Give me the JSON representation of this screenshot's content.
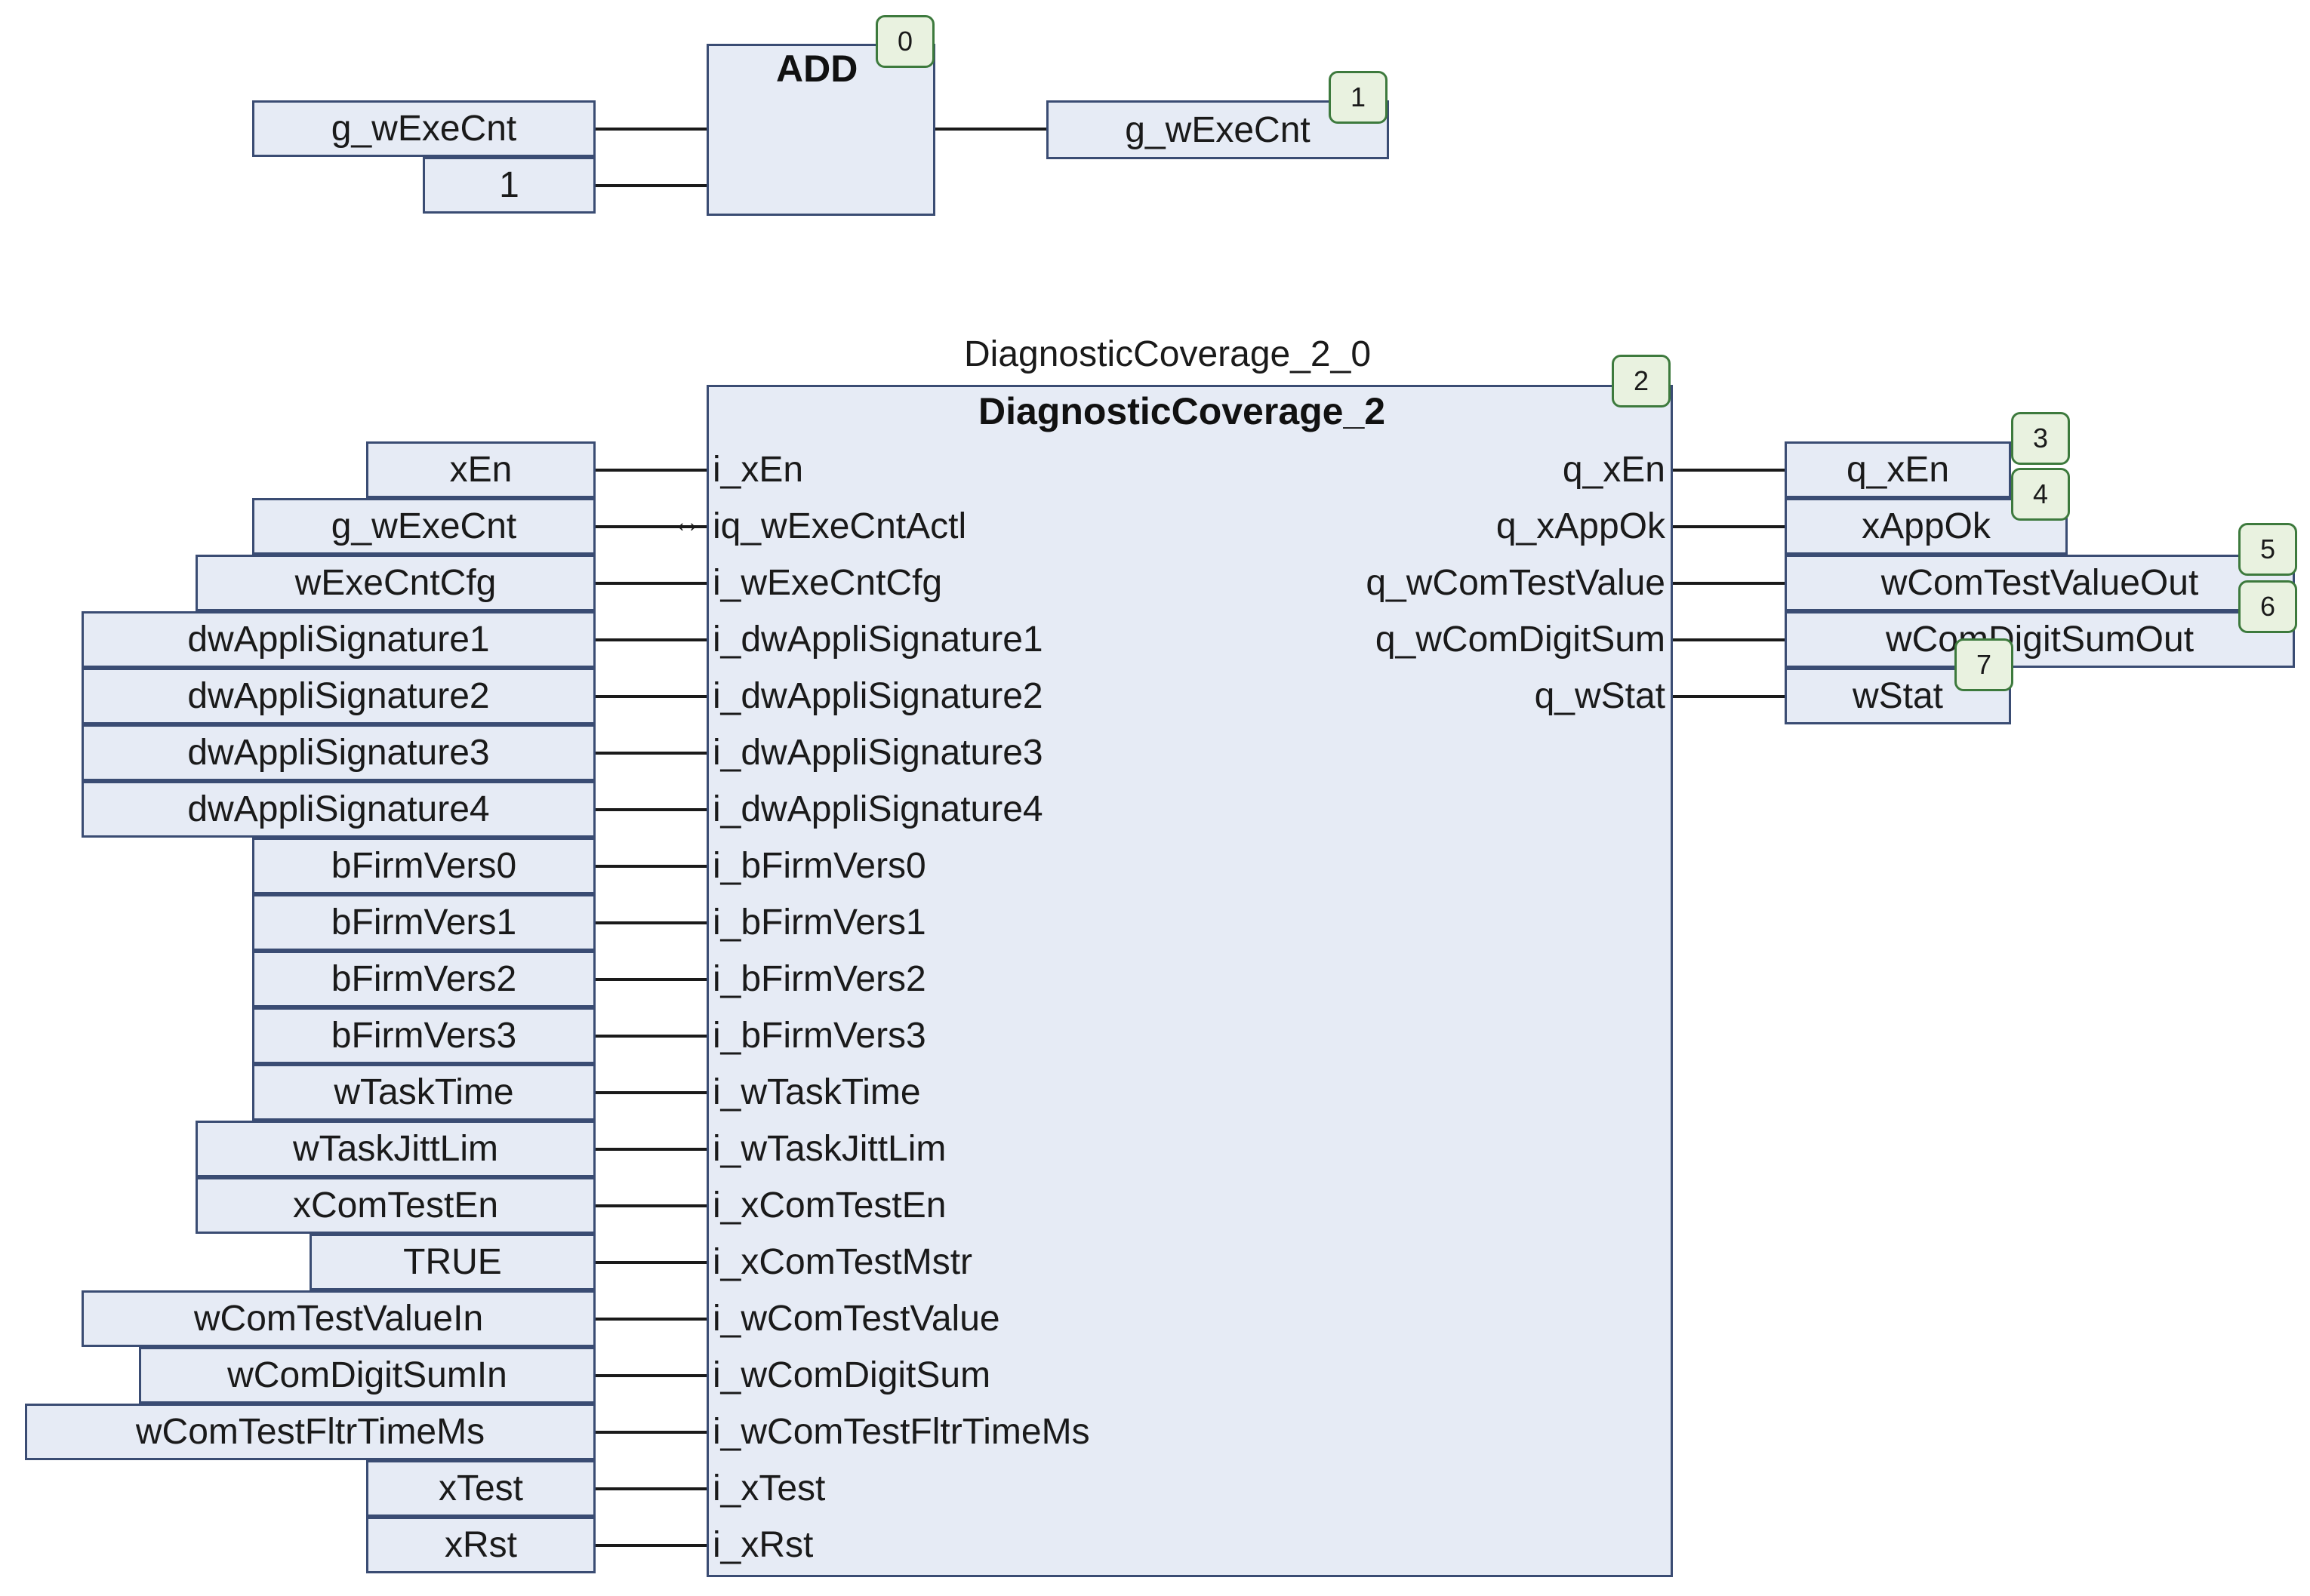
{
  "add_block": {
    "title": "ADD",
    "badge": "0",
    "inputs": [
      "g_wExeCnt",
      "1"
    ],
    "output": "g_wExeCnt",
    "output_badge": "1"
  },
  "fb": {
    "instance_name": "DiagnosticCoverage_2_0",
    "type_name": "DiagnosticCoverage_2",
    "badge": "2",
    "inputs": [
      {
        "var": "xEn",
        "pin": "i_xEn"
      },
      {
        "var": "g_wExeCnt",
        "pin": "iq_wExeCntActl"
      },
      {
        "var": "wExeCntCfg",
        "pin": "i_wExeCntCfg"
      },
      {
        "var": "dwAppliSignature1",
        "pin": "i_dwAppliSignature1"
      },
      {
        "var": "dwAppliSignature2",
        "pin": "i_dwAppliSignature2"
      },
      {
        "var": "dwAppliSignature3",
        "pin": "i_dwAppliSignature3"
      },
      {
        "var": "dwAppliSignature4",
        "pin": "i_dwAppliSignature4"
      },
      {
        "var": "bFirmVers0",
        "pin": "i_bFirmVers0"
      },
      {
        "var": "bFirmVers1",
        "pin": "i_bFirmVers1"
      },
      {
        "var": "bFirmVers2",
        "pin": "i_bFirmVers2"
      },
      {
        "var": "bFirmVers3",
        "pin": "i_bFirmVers3"
      },
      {
        "var": "wTaskTime",
        "pin": "i_wTaskTime"
      },
      {
        "var": "wTaskJittLim",
        "pin": "i_wTaskJittLim"
      },
      {
        "var": "xComTestEn",
        "pin": "i_xComTestEn"
      },
      {
        "var": "TRUE",
        "pin": "i_xComTestMstr"
      },
      {
        "var": "wComTestValueIn",
        "pin": "i_wComTestValue"
      },
      {
        "var": "wComDigitSumIn",
        "pin": "i_wComDigitSum"
      },
      {
        "var": "wComTestFltrTimeMs",
        "pin": "i_wComTestFltrTimeMs"
      },
      {
        "var": "xTest",
        "pin": "i_xTest"
      },
      {
        "var": "xRst",
        "pin": "i_xRst"
      }
    ],
    "outputs": [
      {
        "pin": "q_xEn",
        "var": "q_xEn",
        "badge": "3"
      },
      {
        "pin": "q_xAppOk",
        "var": "xAppOk",
        "badge": "4"
      },
      {
        "pin": "q_wComTestValue",
        "var": "wComTestValueOut",
        "badge": "5"
      },
      {
        "pin": "q_wComDigitSum",
        "var": "wComDigitSumOut",
        "badge": "6"
      },
      {
        "pin": "q_wStat",
        "var": "wStat",
        "badge": "7"
      }
    ],
    "inout_arrow": "↔"
  },
  "colors": {
    "block_fill": "#e6ebf5",
    "block_border": "#3a4c73",
    "badge_fill": "#e9f2e0",
    "badge_border": "#3d7a3d"
  }
}
